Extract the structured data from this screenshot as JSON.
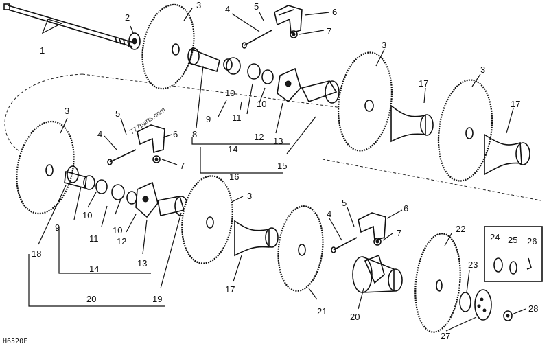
{
  "callouts": {
    "c1": "1",
    "c2": "2",
    "c3a": "3",
    "c4a": "4",
    "c5a": "5",
    "c6a": "6",
    "c7a": "7",
    "c3b": "3",
    "c3c": "3",
    "c17a": "17",
    "c17b": "17",
    "c8": "8",
    "c9a": "9",
    "c10a": "10",
    "c10b": "10",
    "c11a": "11",
    "c12a": "12",
    "c13a": "13",
    "c14a": "14",
    "c15": "15",
    "c16": "16",
    "c3d": "3",
    "c5b": "5",
    "c4b": "4",
    "c6b": "6",
    "c7b": "7",
    "c9b": "9",
    "c10c": "10",
    "c10d": "10",
    "c11b": "11",
    "c12b": "12",
    "c13b": "13",
    "c14b": "14",
    "c18": "18",
    "c20a": "20",
    "c19": "19",
    "c3e": "3",
    "c17c": "17",
    "c21": "21",
    "c4c": "4",
    "c5c": "5",
    "c6c": "6",
    "c7c": "7",
    "c20b": "20",
    "c22": "22",
    "c23": "23",
    "c24": "24",
    "c25": "25",
    "c26": "26",
    "c27": "27",
    "c28": "28"
  },
  "watermark": "777parts.com",
  "figure_code": "H6520F"
}
